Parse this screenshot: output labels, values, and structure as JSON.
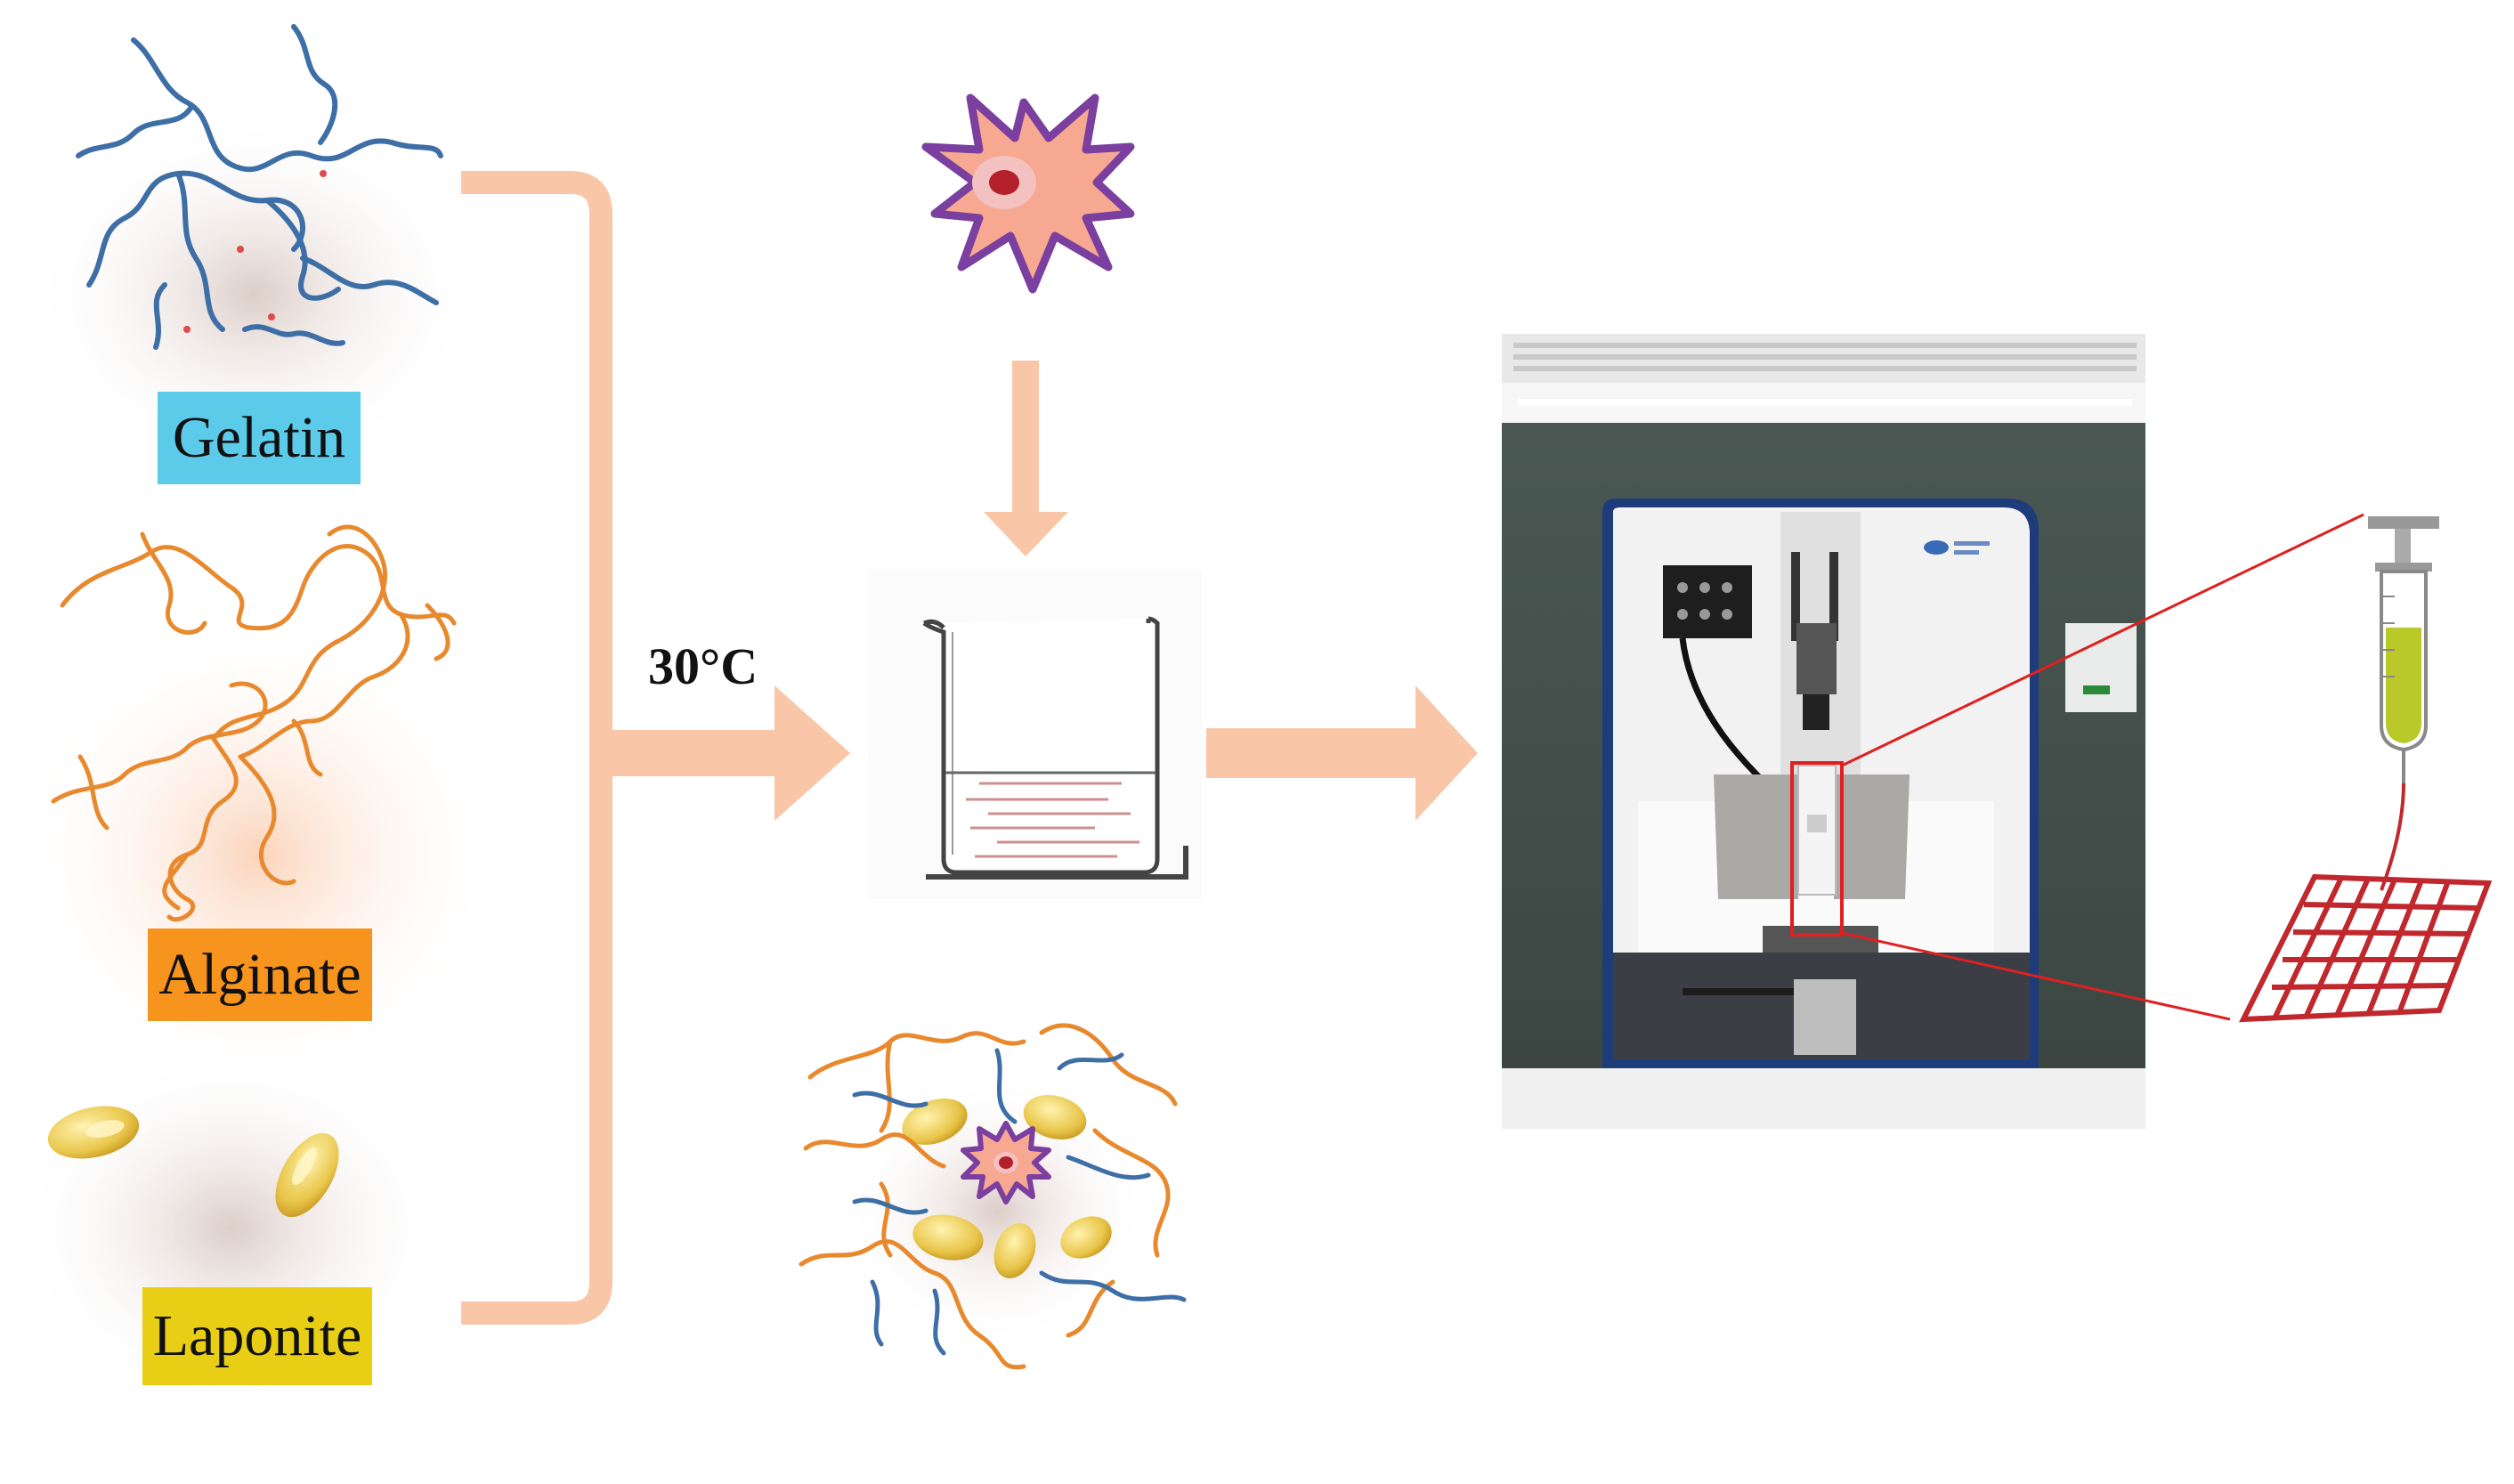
{
  "labels": {
    "gelatin": "Gelatin",
    "alginate": "Alginate",
    "laponite": "Laponite",
    "temperature": "30°C"
  },
  "colors": {
    "gelatin_chain": "#3d6fa6",
    "alginate_chain": "#e8892e",
    "laponite_disc": "#e9c64a",
    "gelatin_label_bg": "#5ccbea",
    "alginate_label_bg": "#f7941d",
    "laponite_label_bg": "#e8cf16",
    "bracket_arrow": "#f9c7a8",
    "cell_fill": "#f7a890",
    "cell_outline": "#7b3fa0",
    "cell_nucleus": "#b3202a",
    "zoom_line": "#e02020",
    "grid_scaffold": "#c0282d",
    "syringe_ink": "#b9c92a"
  },
  "icons": [
    "gelatin-chain-icon",
    "alginate-chain-icon",
    "laponite-disc-icon",
    "cell-icon",
    "beaker-icon",
    "bioink-blend-icon",
    "bioprinter-photo-icon",
    "syringe-icon",
    "printed-grid-icon"
  ]
}
